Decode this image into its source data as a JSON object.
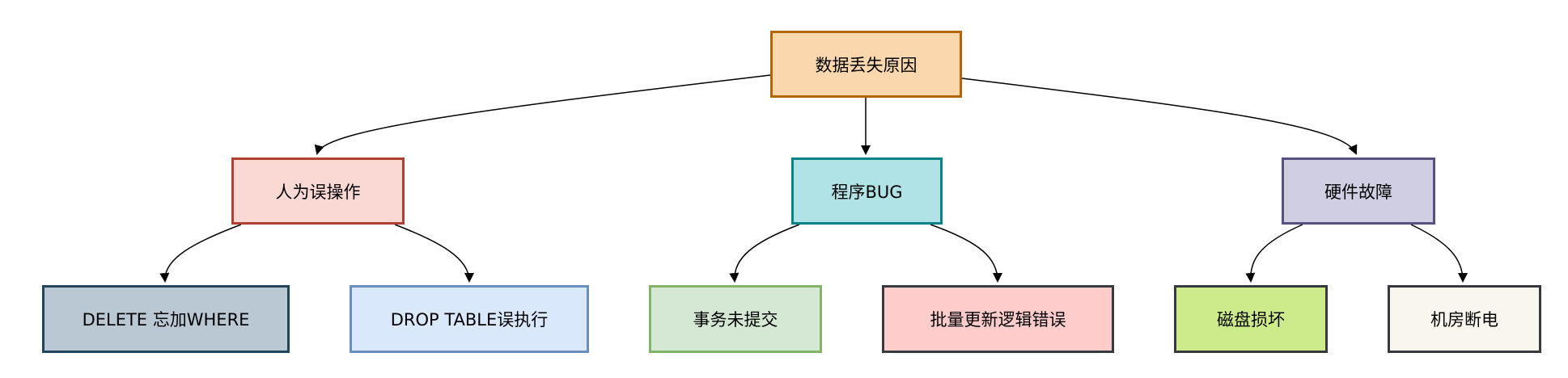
{
  "nodes": {
    "root": {
      "label": "数据丢失原因",
      "fill": "#fad7ac",
      "stroke": "#b46504"
    },
    "human_error": {
      "label": "人为误操作",
      "fill": "#fad9d5",
      "stroke": "#ae4132"
    },
    "program_bug": {
      "label": "程序BUG",
      "fill": "#b0e3e6",
      "stroke": "#0e8088"
    },
    "hardware_failure": {
      "label": "硬件故障",
      "fill": "#d0cee2",
      "stroke": "#56517e"
    },
    "delete_no_where": {
      "label": "DELETE 忘加WHERE",
      "fill": "#bac8d3",
      "stroke": "#23445d"
    },
    "drop_table": {
      "label": "DROP TABLE误执行",
      "fill": "#dae8fc",
      "stroke": "#6c8ebf"
    },
    "txn_not_committed": {
      "label": "事务未提交",
      "fill": "#d5e8d4",
      "stroke": "#82b366"
    },
    "batch_update_error": {
      "label": "批量更新逻辑错误",
      "fill": "#ffcccc",
      "stroke": "#36393d"
    },
    "disk_damage": {
      "label": "磁盘损坏",
      "fill": "#cdeb8b",
      "stroke": "#36393d"
    },
    "power_outage": {
      "label": "机房断电",
      "fill": "#f9f7ed",
      "stroke": "#36393d"
    }
  },
  "edges": [
    {
      "from": "root",
      "to": "human_error"
    },
    {
      "from": "root",
      "to": "program_bug"
    },
    {
      "from": "root",
      "to": "hardware_failure"
    },
    {
      "from": "human_error",
      "to": "delete_no_where"
    },
    {
      "from": "human_error",
      "to": "drop_table"
    },
    {
      "from": "program_bug",
      "to": "txn_not_committed"
    },
    {
      "from": "program_bug",
      "to": "batch_update_error"
    },
    {
      "from": "hardware_failure",
      "to": "disk_damage"
    },
    {
      "from": "hardware_failure",
      "to": "power_outage"
    }
  ]
}
